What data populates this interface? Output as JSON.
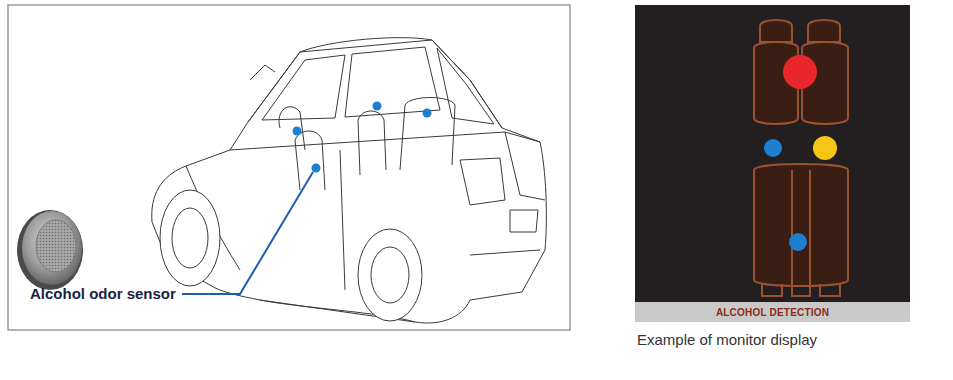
{
  "diagram": {
    "nodes": [
      {
        "text": [
          "ALCOHOL DETECTION"
        ]
      }
    ],
    "labels": [
      "Alcohol odor sensor",
      "Example of monitor display"
    ]
  }
}
